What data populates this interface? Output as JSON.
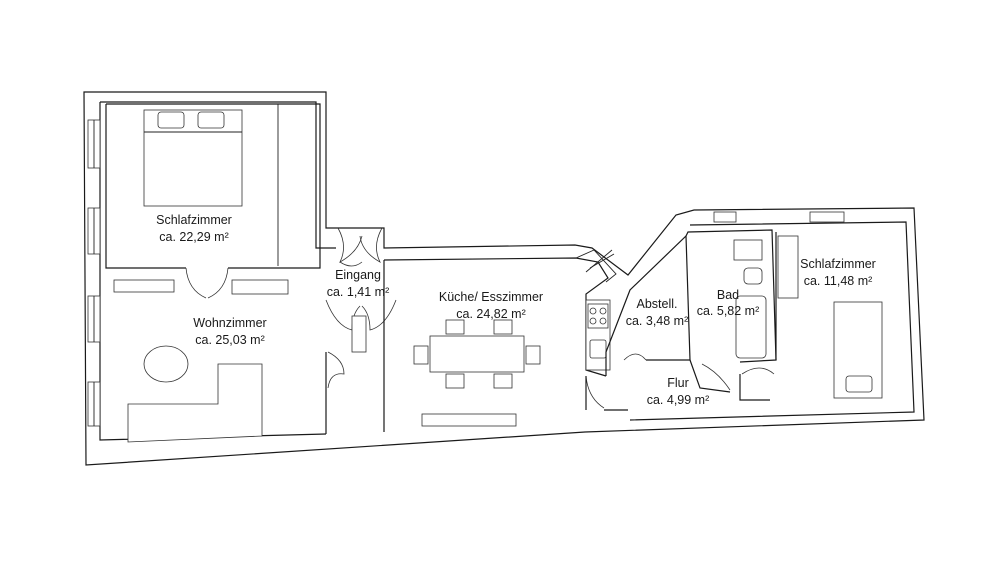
{
  "rooms": {
    "schlafzimmer_1": {
      "name": "Schlafzimmer",
      "area": "ca. 22,29 m²"
    },
    "wohnzimmer": {
      "name": "Wohnzimmer",
      "area": "ca. 25,03 m²"
    },
    "eingang": {
      "name": "Eingang",
      "area": "ca. 1,41 m²"
    },
    "kueche": {
      "name": "Küche/ Esszimmer",
      "area": "ca. 24,82 m²"
    },
    "abstell": {
      "name": "Abstell.",
      "area": "ca. 3,48 m²"
    },
    "bad": {
      "name": "Bad",
      "area": "ca. 5,82 m²"
    },
    "schlafzimmer_2": {
      "name": "Schlafzimmer",
      "area": "ca. 11,48 m²"
    },
    "flur": {
      "name": "Flur",
      "area": "ca. 4,99 m²"
    }
  }
}
